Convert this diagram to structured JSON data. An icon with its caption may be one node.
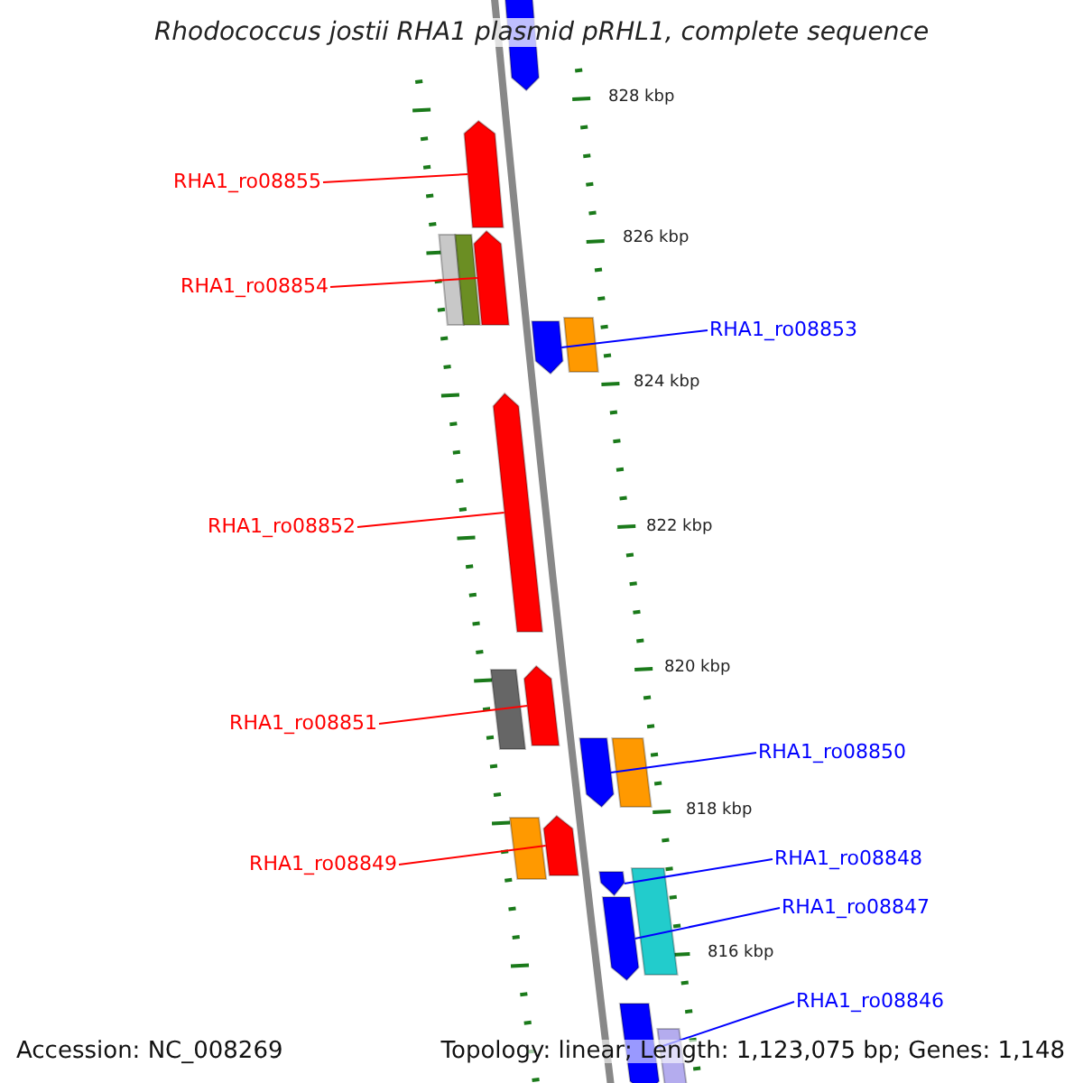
{
  "diagram": {
    "title": "Rhodococcus jostii RHA1 plasmid pRHL1, complete sequence",
    "nodes": [
      {
        "text": [
          "RHA1_ro08855"
        ]
      },
      {
        "text": [
          "RHA1_ro08854"
        ]
      },
      {
        "text": [
          "RHA1_ro08853"
        ]
      },
      {
        "text": [
          "RHA1_ro08852"
        ]
      },
      {
        "text": [
          "RHA1_ro08851"
        ]
      },
      {
        "text": [
          "RHA1_ro08850"
        ]
      },
      {
        "text": [
          "RHA1_ro08849"
        ]
      },
      {
        "text": [
          "RHA1_ro08848"
        ]
      },
      {
        "text": [
          "RHA1_ro08847"
        ]
      },
      {
        "text": [
          "RHA1_ro08846"
        ]
      },
      {
        "text": [],
        "shape": "bar"
      },
      {
        "text": [],
        "shape": "bar"
      },
      {
        "text": [],
        "shape": "bar"
      },
      {
        "text": [],
        "shape": "bar"
      },
      {
        "text": [],
        "shape": "bar"
      },
      {
        "text": [],
        "shape": "bar"
      },
      {
        "text": [],
        "shape": "bar"
      },
      {
        "text": [],
        "shape": "bar"
      },
      {
        "text": [],
        "shape": "bar"
      },
      {
        "text": [],
        "shape": "bar"
      },
      {
        "text": [],
        "shape": "bar"
      },
      {
        "text": [],
        "shape": "bar"
      },
      {
        "text": [],
        "shape": "bar"
      },
      {
        "text": [],
        "shape": "bar"
      },
      {
        "text": [],
        "shape": "bar"
      },
      {
        "text": [],
        "shape": "bar"
      },
      {
        "text": [],
        "shape": "bar"
      },
      {
        "text": [],
        "shape": "bar"
      },
      {
        "text": [],
        "shape": "bar"
      }
    ],
    "edges": [
      {
        "from": 0,
        "to": 11,
        "arrow": "none"
      },
      {
        "from": 1,
        "to": 14,
        "arrow": "none"
      },
      {
        "from": 2,
        "to": 15,
        "arrow": "none",
        "color": "#0000ff"
      },
      {
        "from": 3,
        "to": 17,
        "arrow": "none"
      },
      {
        "from": 4,
        "to": 19,
        "arrow": "none"
      },
      {
        "from": 5,
        "to": 20,
        "arrow": "none",
        "color": "#0000ff"
      },
      {
        "from": 6,
        "to": 23,
        "arrow": "none"
      },
      {
        "from": 7,
        "to": 24,
        "arrow": "none",
        "color": "#0000ff"
      },
      {
        "from": 8,
        "to": 26,
        "arrow": "none",
        "color": "#0000ff"
      },
      {
        "from": 9,
        "to": 27,
        "arrow": "none",
        "color": "#0000ff"
      }
    ],
    "labels": [
      "828 kbp",
      "826 kbp",
      "824 kbp",
      "822 kbp",
      "820 kbp",
      "818 kbp",
      "816 kbp",
      "Accession: NC_008269",
      "Topology: linear; Length: 1,123,075 bp; Genes: 1,148"
    ]
  }
}
